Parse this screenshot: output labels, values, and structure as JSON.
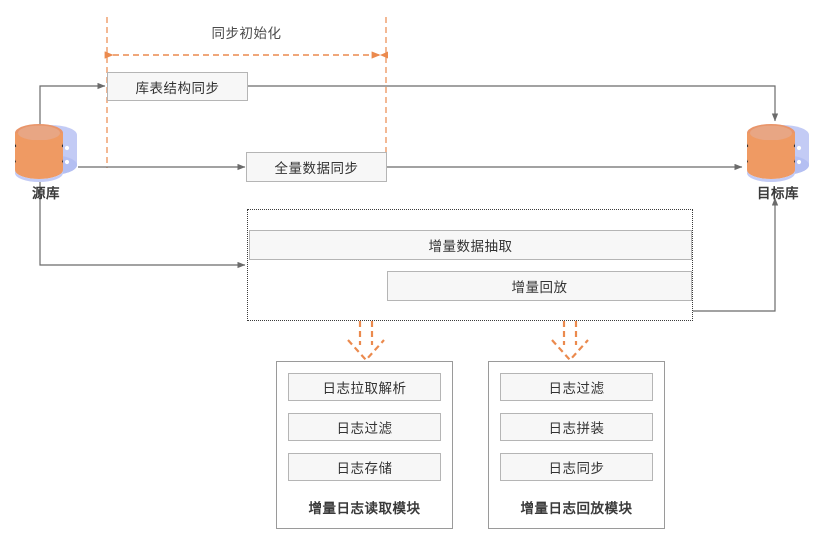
{
  "diagram": {
    "title_hidden": "",
    "colors": {
      "accent_orange": "#eb8a4e",
      "box_fill": "#f7f7f7",
      "box_border": "#b5b5b5",
      "line_grey": "#6b6b6b",
      "group_border": "#3b3b3b",
      "db_blue": "#b9c3f2",
      "db_orange": "#f0a06a",
      "text_dark": "#333333",
      "background": "#ffffff"
    }
  },
  "nodes": {
    "source_db": {
      "label": "源库",
      "icon": "database-cylinder-icon"
    },
    "target_db": {
      "label": "目标库",
      "icon": "database-cylinder-icon"
    }
  },
  "annotations": {
    "sync_init": {
      "label": "同步初始化",
      "style": "orange-dashed-double-arrow"
    }
  },
  "steps": {
    "schema_sync": "库表结构同步",
    "full_data_sync": "全量数据同步",
    "incremental_extract": "增量数据抽取",
    "incremental_replay": "增量回放"
  },
  "modules": [
    {
      "name": "read-module",
      "title": "增量日志读取模块",
      "items": [
        "日志拉取解析",
        "日志过滤",
        "日志存储"
      ]
    },
    {
      "name": "replay-module",
      "title": "增量日志回放模块",
      "items": [
        "日志过滤",
        "日志拼装",
        "日志同步"
      ]
    }
  ]
}
